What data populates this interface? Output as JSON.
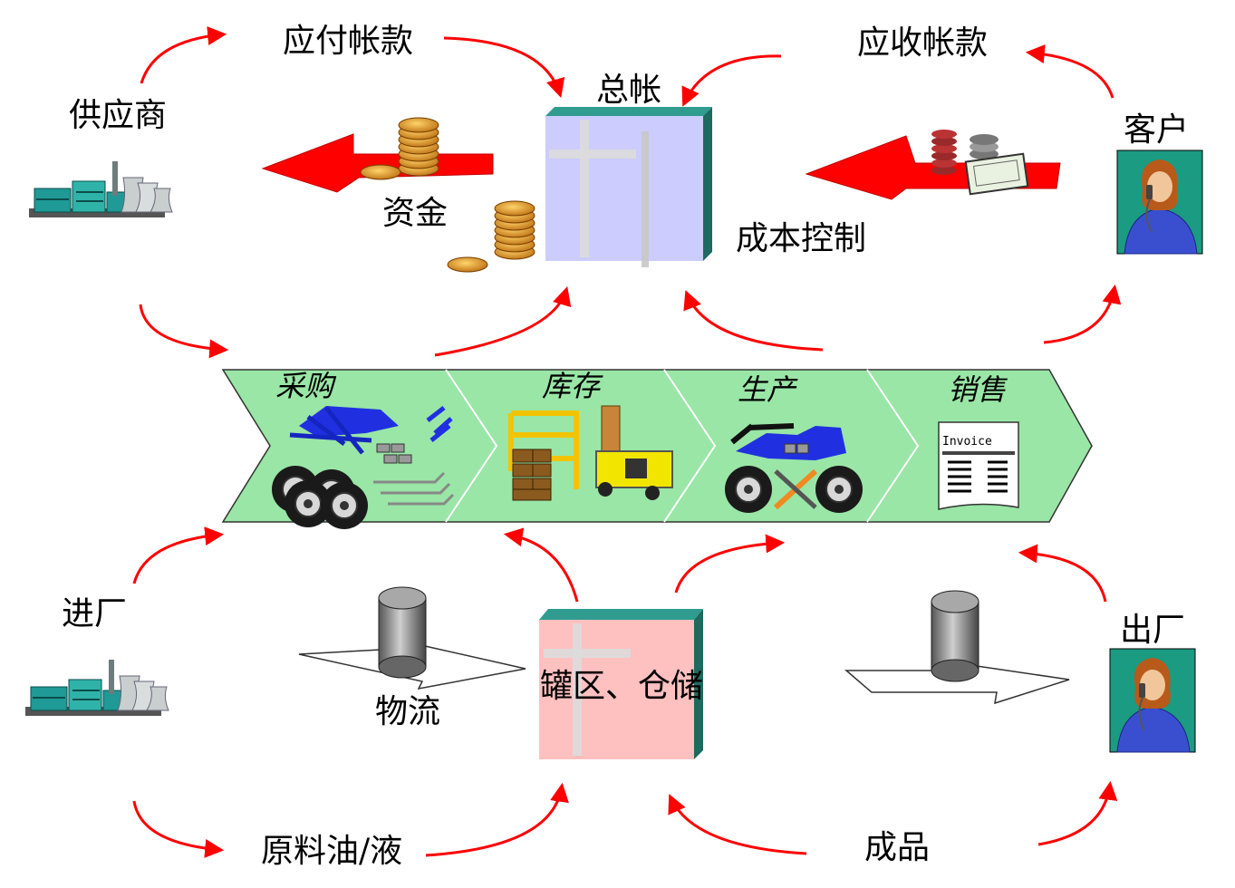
{
  "top": {
    "supplier": "供应商",
    "accounts_payable": "应付帐款",
    "general_ledger": "总帐",
    "accounts_receivable": "应收帐款",
    "customer": "客户",
    "funds": "资金",
    "cost_control": "成本控制"
  },
  "chain": {
    "stages": [
      "采购",
      "库存",
      "生产",
      "销售"
    ],
    "invoice_label": "Invoice"
  },
  "bottom": {
    "plant_entry": "进厂",
    "logistics": "物流",
    "tank_storage": "罐区、仓储",
    "plant_exit": "出厂",
    "raw_material": "原料油/液",
    "finished_goods": "成品"
  },
  "colors": {
    "arrow_red": "#ff0000",
    "chain_green": "#99e6a6",
    "ledger_box": "#ccccff",
    "storage_box": "#ffc0c0",
    "box_top": "#2f9c8f"
  }
}
